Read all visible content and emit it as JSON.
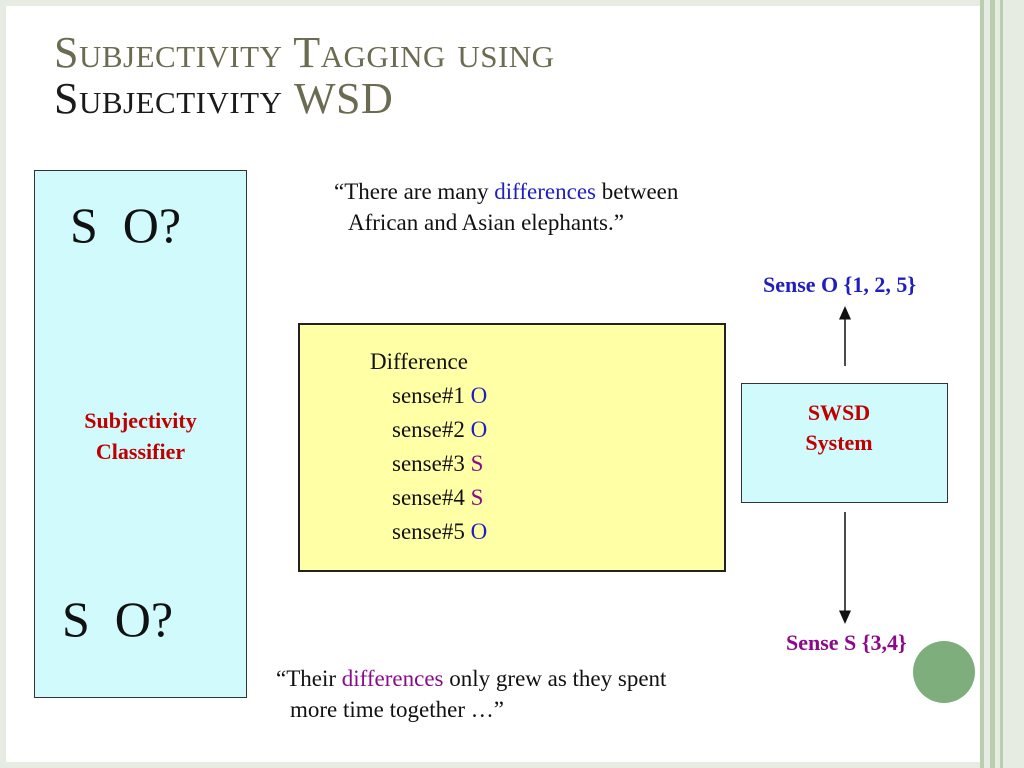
{
  "title": {
    "line1": "Subjectivity Tagging using",
    "line2_part1": "Subjectivity",
    "line2_part2": "WSD"
  },
  "classifier": {
    "top_question": "S  O?",
    "bottom_question": "S  O?",
    "label_line1": "Subjectivity",
    "label_line2": "Classifier"
  },
  "quote1": {
    "before": "“There are many ",
    "keyword": "differences",
    "after": " between",
    "line2": "African and Asian elephants.”"
  },
  "quote2": {
    "before": "“Their ",
    "keyword": "differences",
    "after": " only grew as they spent",
    "line2": "more time together …”"
  },
  "senses": {
    "word": "Difference",
    "items": [
      {
        "name": "sense#1",
        "label": "O"
      },
      {
        "name": "sense#2",
        "label": "O"
      },
      {
        "name": "sense#3",
        "label": "S"
      },
      {
        "name": "sense#4",
        "label": "S"
      },
      {
        "name": "sense#5",
        "label": "O"
      }
    ]
  },
  "swsd": {
    "line1": "SWSD",
    "line2": "System"
  },
  "outputs": {
    "objective": "Sense O {1, 2, 5}",
    "subjective": "Sense S {3,4}"
  },
  "colors": {
    "objective_label": "#1f1fbf",
    "subjective_label": "#8a0a8a",
    "classifier_text": "#c00000",
    "box_cyan": "#d0fafb",
    "box_yellow": "#ffffa6",
    "title_olive": "#6b6b52"
  }
}
